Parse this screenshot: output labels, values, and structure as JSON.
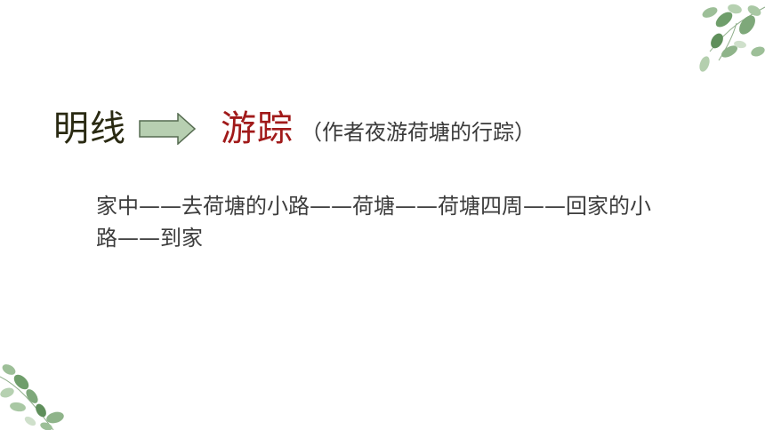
{
  "heading": {
    "label": "明线",
    "value": "游踪",
    "note": "（作者夜游荷塘的行踪）"
  },
  "route_text": "家中——去荷塘的小路——荷塘——荷塘四周——回家的小路——到家",
  "colors": {
    "label": "#2a2a12",
    "value": "#a11a1a",
    "arrow_fill": "#b7cfb1",
    "arrow_stroke": "#556b50",
    "body": "#3d3d3d"
  },
  "icons": {
    "arrow": "right-arrow-icon",
    "decor_top": "leaves-decoration-icon",
    "decor_bottom": "leaves-decoration-icon"
  }
}
